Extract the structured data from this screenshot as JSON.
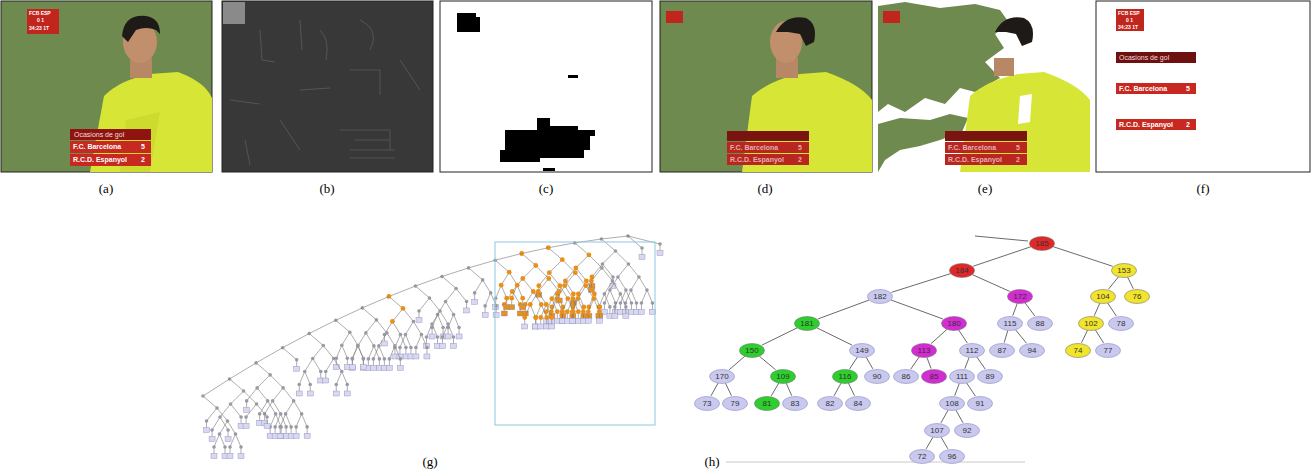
{
  "diagram": {
    "nodes": [
      {
        "text": [
          "185"
        ]
      },
      {
        "text": [
          "184"
        ]
      },
      {
        "text": [
          "153"
        ]
      },
      {
        "text": [
          "182"
        ]
      },
      {
        "text": [
          "172"
        ]
      },
      {
        "text": [
          "104"
        ]
      },
      {
        "text": [
          "76"
        ]
      },
      {
        "text": [
          "181"
        ]
      },
      {
        "text": [
          "180"
        ]
      },
      {
        "text": [
          "115"
        ]
      },
      {
        "text": [
          "88"
        ]
      },
      {
        "text": [
          "102"
        ]
      },
      {
        "text": [
          "78"
        ]
      },
      {
        "text": [
          "150"
        ]
      },
      {
        "text": [
          "149"
        ]
      },
      {
        "text": [
          "113"
        ]
      },
      {
        "text": [
          "112"
        ]
      },
      {
        "text": [
          "87"
        ]
      },
      {
        "text": [
          "94"
        ]
      },
      {
        "text": [
          "74"
        ]
      },
      {
        "text": [
          "77"
        ]
      },
      {
        "text": [
          "170"
        ]
      },
      {
        "text": [
          "109"
        ]
      },
      {
        "text": [
          "116"
        ]
      },
      {
        "text": [
          "90"
        ]
      },
      {
        "text": [
          "86"
        ]
      },
      {
        "text": [
          "85"
        ]
      },
      {
        "text": [
          "111"
        ]
      },
      {
        "text": [
          "89"
        ]
      },
      {
        "text": [
          "73"
        ]
      },
      {
        "text": [
          "79"
        ]
      },
      {
        "text": [
          "81"
        ]
      },
      {
        "text": [
          "83"
        ]
      },
      {
        "text": [
          "82"
        ]
      },
      {
        "text": [
          "84"
        ]
      },
      {
        "text": [
          "108"
        ]
      },
      {
        "text": [
          "91"
        ]
      },
      {
        "text": [
          "107"
        ]
      },
      {
        "text": [
          "92"
        ]
      },
      {
        "text": [
          "72"
        ]
      },
      {
        "text": [
          "96"
        ]
      }
    ],
    "edges": [
      {
        "from": 0,
        "to": 1,
        "arrow": "none"
      },
      {
        "from": 0,
        "to": 2,
        "arrow": "none"
      },
      {
        "from": 1,
        "to": 3,
        "arrow": "none"
      },
      {
        "from": 1,
        "to": 4,
        "arrow": "none"
      },
      {
        "from": 2,
        "to": 5,
        "arrow": "none"
      },
      {
        "from": 2,
        "to": 6,
        "arrow": "none"
      },
      {
        "from": 3,
        "to": 7,
        "arrow": "none"
      },
      {
        "from": 3,
        "to": 8,
        "arrow": "none"
      },
      {
        "from": 4,
        "to": 9,
        "arrow": "none"
      },
      {
        "from": 4,
        "to": 10,
        "arrow": "none"
      },
      {
        "from": 5,
        "to": 11,
        "arrow": "none"
      },
      {
        "from": 5,
        "to": 12,
        "arrow": "none"
      },
      {
        "from": 7,
        "to": 13,
        "arrow": "none"
      },
      {
        "from": 7,
        "to": 14,
        "arrow": "none"
      },
      {
        "from": 8,
        "to": 15,
        "arrow": "none"
      },
      {
        "from": 8,
        "to": 16,
        "arrow": "none"
      },
      {
        "from": 9,
        "to": 17,
        "arrow": "none"
      },
      {
        "from": 9,
        "to": 18,
        "arrow": "none"
      },
      {
        "from": 11,
        "to": 19,
        "arrow": "none"
      },
      {
        "from": 11,
        "to": 20,
        "arrow": "none"
      },
      {
        "from": 13,
        "to": 21,
        "arrow": "none"
      },
      {
        "from": 13,
        "to": 22,
        "arrow": "none"
      },
      {
        "from": 14,
        "to": 23,
        "arrow": "none"
      },
      {
        "from": 14,
        "to": 24,
        "arrow": "none"
      },
      {
        "from": 15,
        "to": 25,
        "arrow": "none"
      },
      {
        "from": 15,
        "to": 26,
        "arrow": "none"
      },
      {
        "from": 16,
        "to": 27,
        "arrow": "none"
      },
      {
        "from": 16,
        "to": 28,
        "arrow": "none"
      },
      {
        "from": 21,
        "to": 29,
        "arrow": "none"
      },
      {
        "from": 21,
        "to": 30,
        "arrow": "none"
      },
      {
        "from": 22,
        "to": 31,
        "arrow": "none"
      },
      {
        "from": 22,
        "to": 32,
        "arrow": "none"
      },
      {
        "from": 23,
        "to": 33,
        "arrow": "none"
      },
      {
        "from": 23,
        "to": 34,
        "arrow": "none"
      },
      {
        "from": 27,
        "to": 35,
        "arrow": "none"
      },
      {
        "from": 27,
        "to": 36,
        "arrow": "none"
      },
      {
        "from": 35,
        "to": 37,
        "arrow": "none"
      },
      {
        "from": 35,
        "to": 38,
        "arrow": "none"
      },
      {
        "from": 37,
        "to": 39,
        "arrow": "none"
      },
      {
        "from": 37,
        "to": 40,
        "arrow": "none"
      }
    ],
    "labels": [
      "FCB ESP",
      "0 1",
      "34:23 1T",
      "Ocasions de gol",
      "F.C. Barcelona",
      "5",
      "R.C.D. Espanyol",
      "2",
      "(a)",
      "(b)",
      "(c)",
      "F.C. Barcelona",
      "5",
      "R.C.D. Espanyol",
      "2",
      "(d)",
      "F.C. Barcelona",
      "5",
      "R.C.D. Espanyol",
      "2",
      "(e)",
      "FCB ESP",
      "0 1",
      "34:23 1T",
      "Ocasions de gol",
      "F.C. Barcelona",
      "5",
      "R.C.D. Espanyol",
      "2",
      "(f)",
      "(g)",
      "(h)"
    ]
  }
}
